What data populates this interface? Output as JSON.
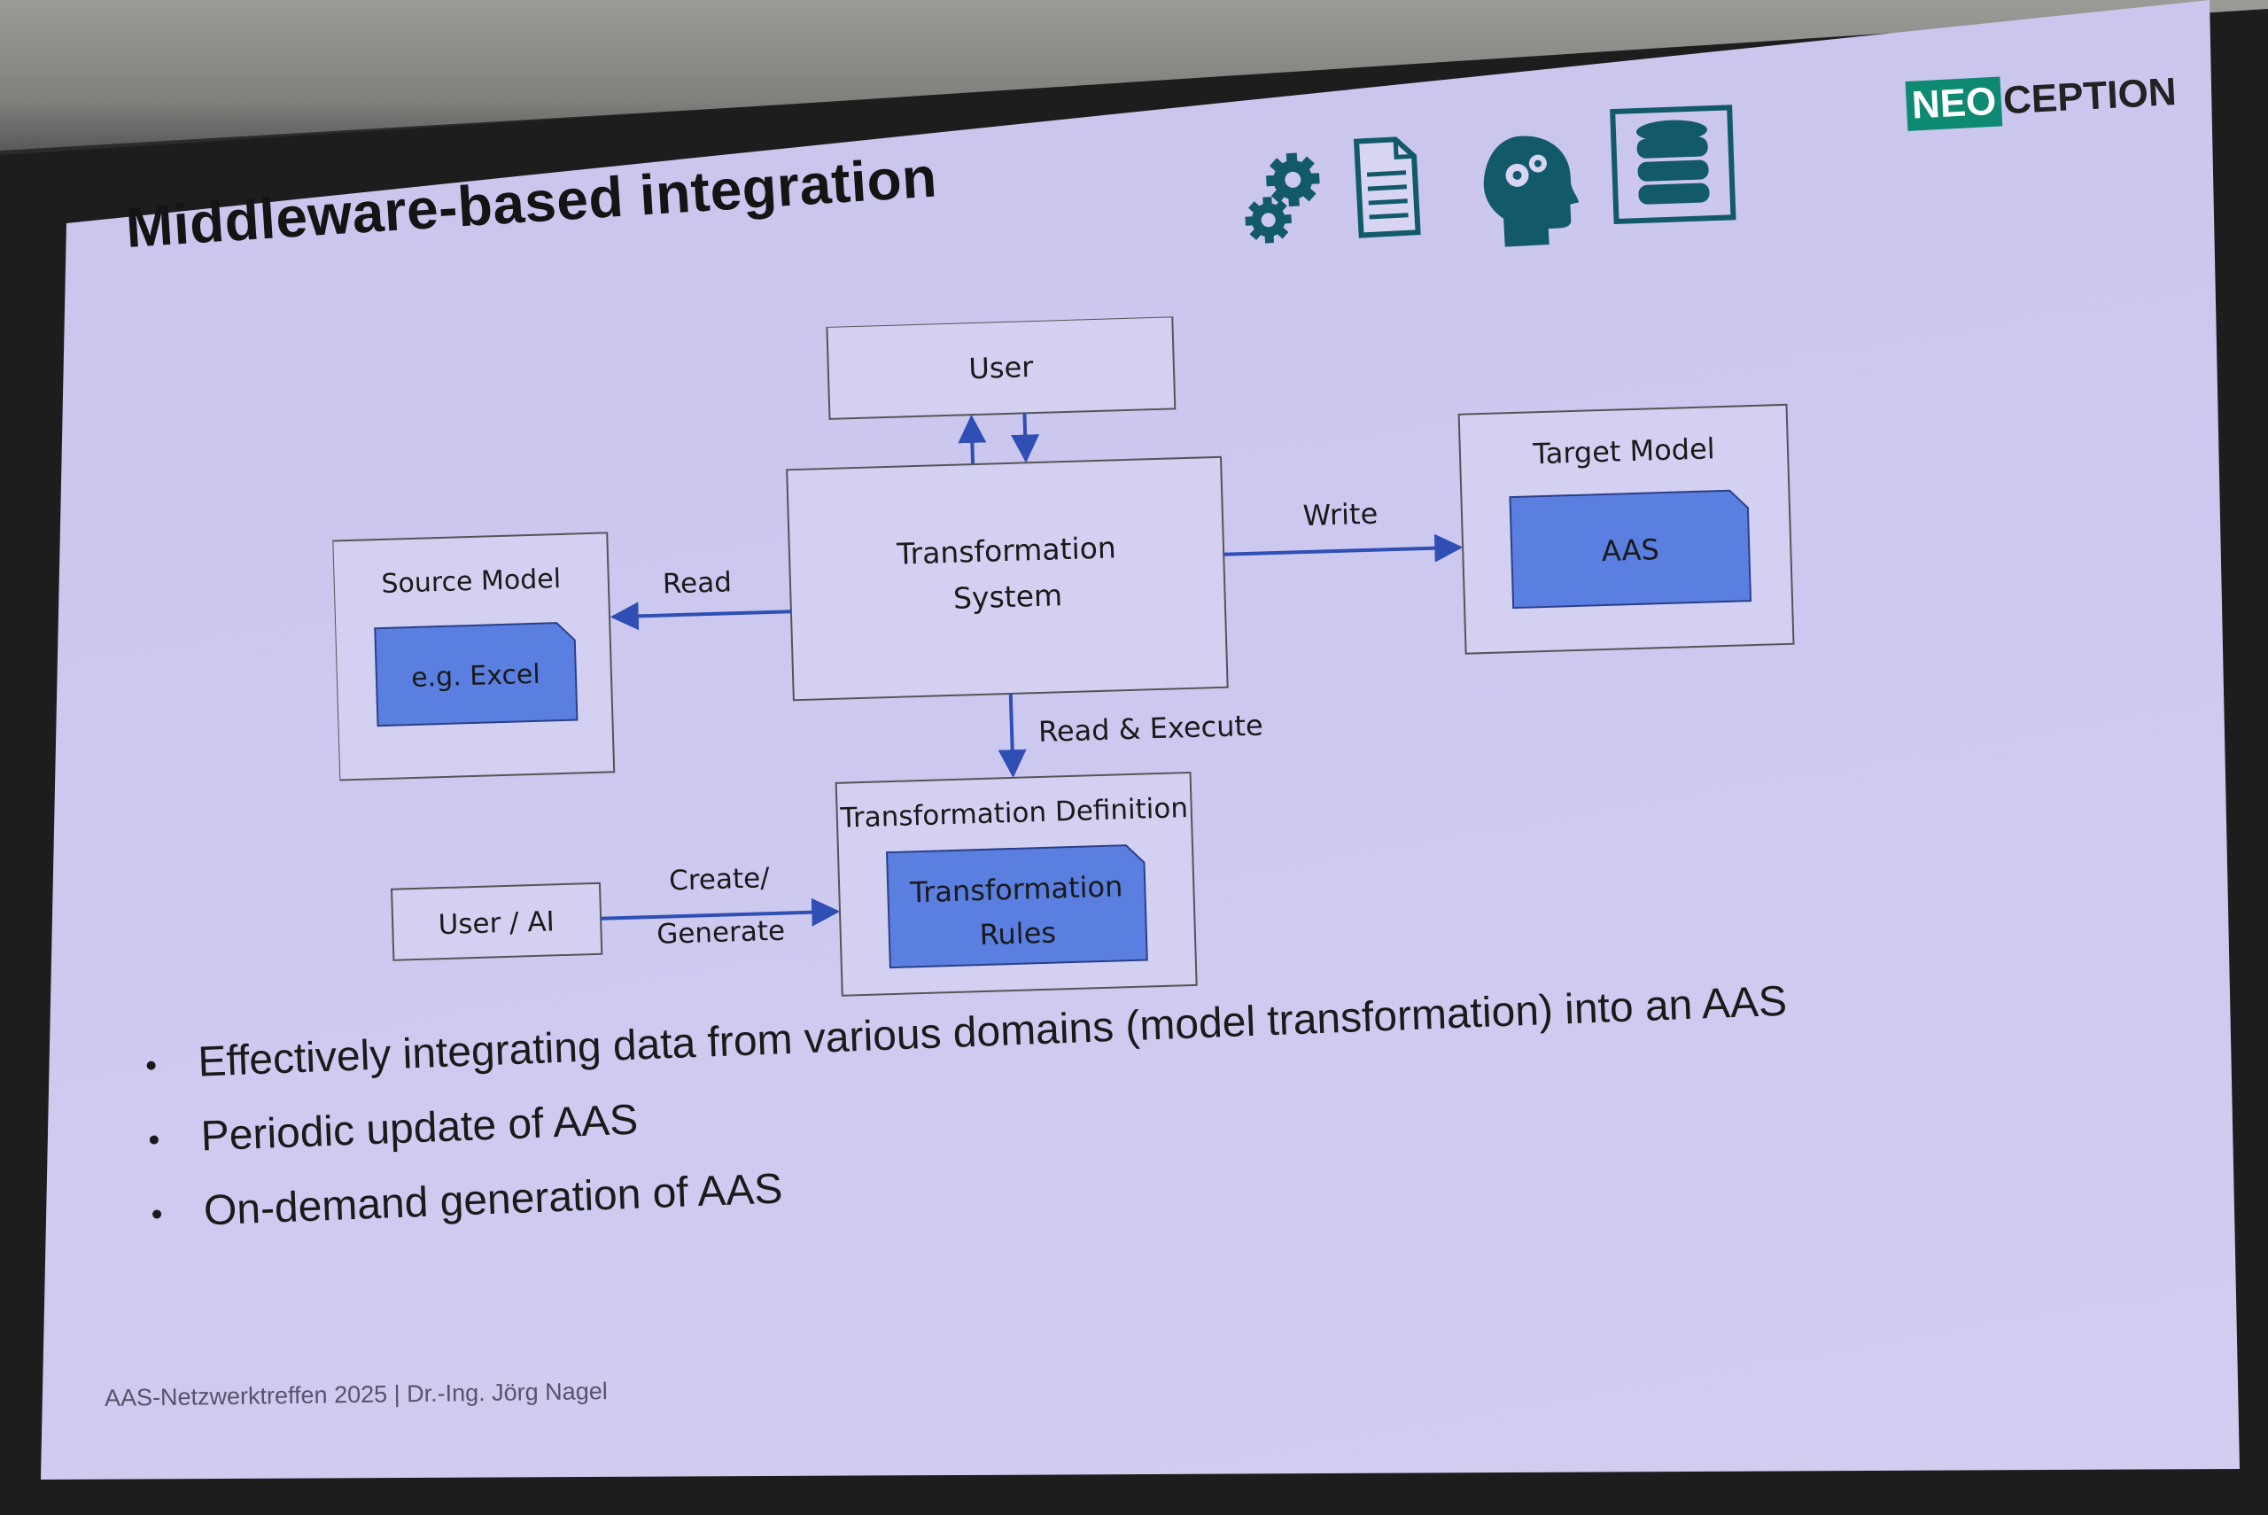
{
  "slide": {
    "title": "Middleware-based integration",
    "logo": {
      "left": "NEO",
      "right": "CEPTION"
    },
    "icons": [
      "gears-icon",
      "document-icon",
      "brain-gears-icon",
      "database-icon"
    ],
    "footer": "AAS-Netzwerktreffen 2025 | Dr.-Ing. Jörg Nagel"
  },
  "diagram": {
    "user": "User",
    "transformation_system": [
      "Transformation",
      "System"
    ],
    "source_model": {
      "label": "Source Model",
      "inner": "e.g. Excel"
    },
    "target_model": {
      "label": "Target Model",
      "inner": "AAS"
    },
    "transformation_definition": {
      "label": "Transformation Definition",
      "inner": [
        "Transformation",
        "Rules"
      ]
    },
    "user_ai": "User / AI",
    "edges": {
      "read": "Read",
      "write": "Write",
      "read_execute": "Read & Execute",
      "create_generate": [
        "Create/",
        "Generate"
      ]
    }
  },
  "bullets": [
    "Effectively integrating data from various domains (model transformation) into an AAS",
    "Periodic update of AAS",
    "On-demand generation of AAS"
  ],
  "colors": {
    "slide_bg": "#ccc8ef",
    "box_fill": "#5a7fe0",
    "arrow": "#2f4fb4",
    "logo_green": "#0e8a73",
    "icon_teal": "#12596a"
  }
}
